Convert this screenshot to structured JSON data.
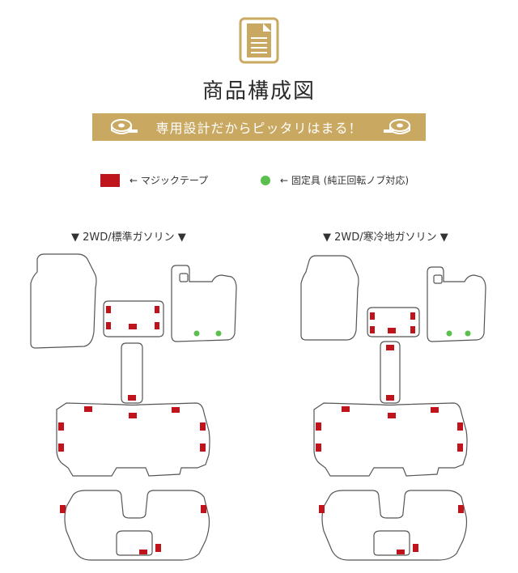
{
  "title": "商品構成図",
  "banner": {
    "text": "専用設計だからピッタリはまる！"
  },
  "legend": {
    "magic_tape": "← マジックテープ",
    "fixing_pin": "← 固定具 (純正回転ノブ対応)"
  },
  "variants": [
    {
      "label": "▼ 2WD/標準ガソリン ▼"
    },
    {
      "label": "▼ 2WD/寒冷地ガソリン ▼"
    }
  ],
  "colors": {
    "accent_gold": "#c9a861",
    "tape_red": "#c0141c",
    "pin_green": "#5bbf4e"
  },
  "icons": [
    "document-icon",
    "measuring-tape-icon"
  ]
}
